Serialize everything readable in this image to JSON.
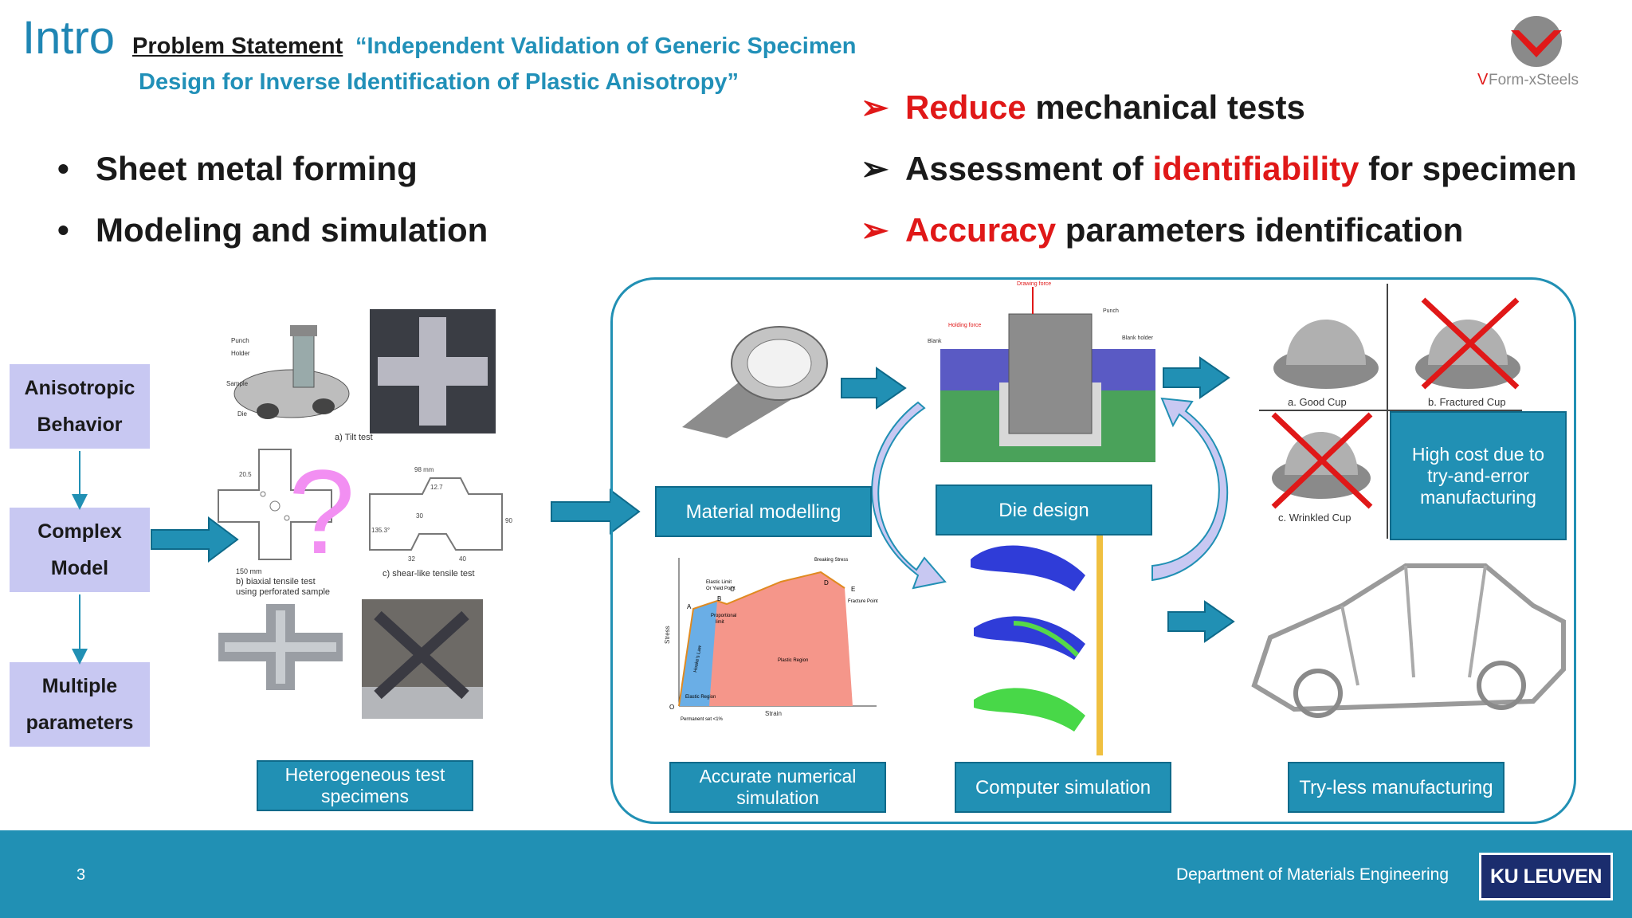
{
  "header": {
    "title": "Intro",
    "problem_label": "Problem Statement",
    "problem_line1": "“Independent Validation of Generic Specimen",
    "problem_line2": "Design for Inverse Identification of Plastic Anisotropy”"
  },
  "logo": {
    "text_v": "V",
    "text_rest": "Form-xSteels"
  },
  "bullets": [
    "Sheet metal forming",
    "Modeling and simulation"
  ],
  "goals": [
    {
      "highlight": "Reduce",
      "pre": "",
      "post": " mechanical tests"
    },
    {
      "pre": "Assessment of ",
      "highlight": "identifiability",
      "post": " for specimen"
    },
    {
      "highlight": "Accuracy",
      "pre": "",
      "post": " parameters identification"
    }
  ],
  "left_flow": [
    "Anisotropic Behavior",
    "Complex Model",
    "Multiple parameters"
  ],
  "left_flow_lines": [
    [
      "Anisotropic",
      "Behavior"
    ],
    [
      "Complex",
      "Model"
    ],
    [
      "Multiple",
      "parameters"
    ]
  ],
  "specimens": {
    "question_mark": "?",
    "tilt_caption": "a) Tilt test",
    "biaxial_caption_1": "b) biaxial tensile test",
    "biaxial_caption_2": "using perforated sample",
    "shear_caption": "c) shear-like tensile test",
    "tilt_labels": [
      "Punch",
      "Holder",
      "Sample",
      "Die"
    ],
    "dims": [
      "98 mm",
      "12.7",
      "30",
      "135.3°",
      "32",
      "40",
      "20.5",
      "150 mm",
      "90"
    ],
    "label": "Heterogeneous test specimens"
  },
  "boxes": {
    "material_modelling": "Material modelling",
    "die_design": "Die design",
    "accurate_sim": "Accurate numerical simulation",
    "computer_sim": "Computer simulation",
    "tryless": "Try-less manufacturing",
    "high_cost": "High cost due to try-and-error manufacturing"
  },
  "die_labels": {
    "drawing_force": "Drawing force",
    "punch": "Punch",
    "holding_force": "Holding force",
    "blank": "Blank",
    "blank_holder": "Blank holder"
  },
  "cups": {
    "good": "a. Good Cup",
    "fractured": "b. Fractured Cup",
    "wrinkled": "c. Wrinkled Cup"
  },
  "stress_strain": {
    "ylabel": "Stress",
    "xlabel": "Strain",
    "points": [
      "O",
      "A",
      "B",
      "C",
      "D",
      "E"
    ],
    "breaking": "Breaking Stress",
    "elastic_limit_1": "Elastic Limit",
    "elastic_limit_2": "Or Yield Point",
    "proportional_1": "Proportional",
    "proportional_2": "limit",
    "fracture": "Fracture Point",
    "plastic_region": "Plastic Region",
    "elastic_region": "Elastic Region",
    "hookes": "Hooke's Law",
    "permanent": "Permanent set <1%"
  },
  "footer": {
    "page": "3",
    "department": "Department of Materials Engineering",
    "brand": "KU LEUVEN"
  },
  "colors": {
    "accent": "#2190b4",
    "red": "#e01818",
    "lavender": "#c8c8f2",
    "navy": "#1b2d6e"
  }
}
